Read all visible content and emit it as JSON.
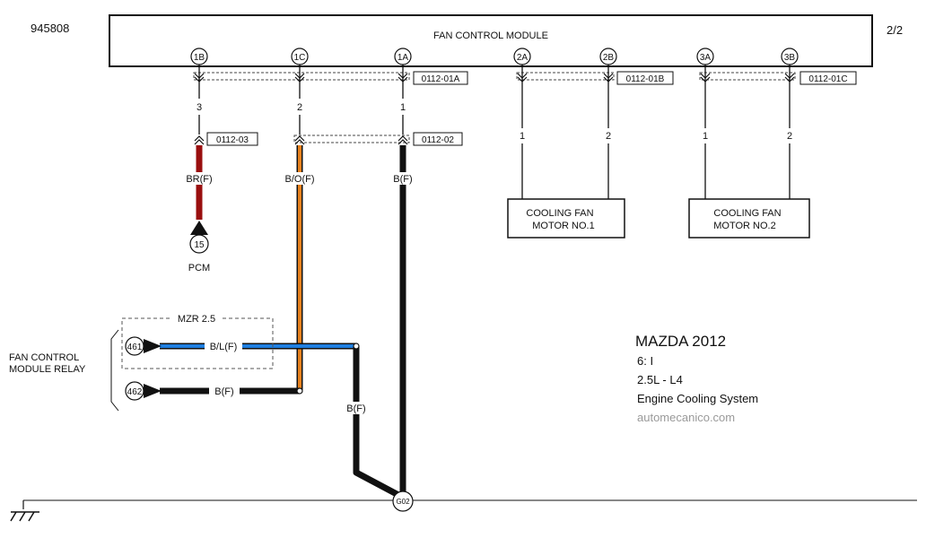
{
  "diagram_id": "945808",
  "page": "2/2",
  "module": {
    "title": "FAN CONTROL MODULE",
    "pins": [
      "1B",
      "1C",
      "1A",
      "2A",
      "2B",
      "3A",
      "3B"
    ]
  },
  "connectors": [
    "0112-01A",
    "0112-01B",
    "0112-01C",
    "0112-03",
    "0112-02"
  ],
  "pin_numbers": [
    "3",
    "2",
    "1",
    "1",
    "2",
    "1",
    "2"
  ],
  "wires": {
    "br": "BR(F)",
    "bo": "B/O(F)",
    "b1": "B(F)",
    "bl": "B/L(F)",
    "b2": "B(F)",
    "b3": "B(F)"
  },
  "colors": {
    "br": "#9a0f0f",
    "bo": "#e8821e",
    "b": "#111111",
    "bl": "#1f7fe0"
  },
  "pcm": {
    "terminal": "15",
    "label": "PCM"
  },
  "motors": {
    "m1_line1": "COOLING FAN",
    "m1_line2": "MOTOR NO.1",
    "m2_line1": "COOLING FAN",
    "m2_line2": "MOTOR NO.2"
  },
  "relay": {
    "label_line1": "FAN CONTROL",
    "label_line2": "MODULE RELAY",
    "terminal_a": "461",
    "terminal_b": "462",
    "option": "MZR 2.5"
  },
  "ground": {
    "label": "G02"
  },
  "info": {
    "make": "MAZDA 2012",
    "model": "6: I",
    "engine": "2.5L - L4",
    "system": "Engine Cooling System",
    "source": "automecanico.com"
  }
}
